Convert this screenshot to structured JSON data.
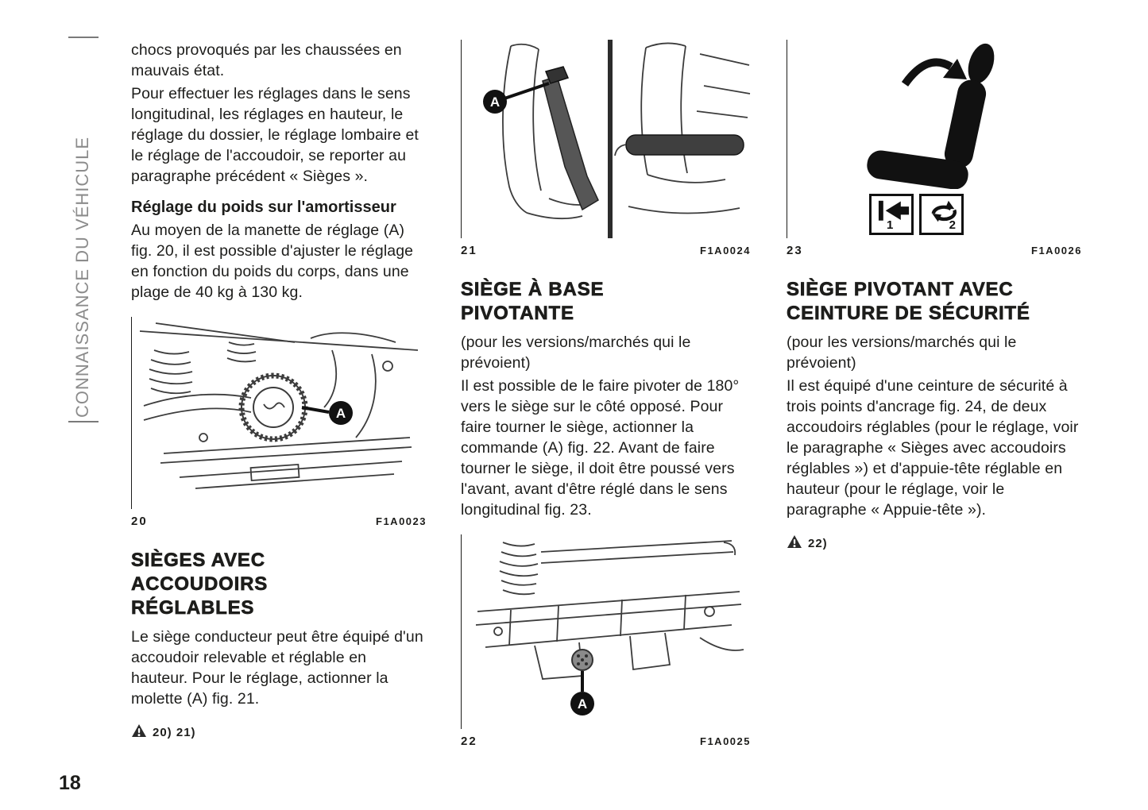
{
  "page": {
    "number": "18",
    "sidebar_label": "CONNAISSANCE DU VÉHICULE"
  },
  "col1": {
    "para1": "chocs provoqués par les chaussées en mauvais état.",
    "para2": "Pour effectuer les réglages dans le sens longitudinal, les réglages en hauteur, le réglage du dossier, le réglage lombaire et le réglage de l'accoudoir, se reporter au paragraphe précédent « Sièges ».",
    "heading1": "Réglage du poids sur l'amortisseur",
    "para3": "Au moyen de la manette de réglage (A) fig. 20, il est possible d'ajuster le réglage en fonction du poids du corps, dans une plage de 40 kg à 130 kg.",
    "fig20": {
      "number": "20",
      "code": "F1A0023",
      "callout": "A"
    },
    "heading2": "SIÈGES AVEC ACCOUDOIRS RÉGLABLES",
    "para4": "Le siège conducteur peut être équipé d'un accoudoir relevable et réglable en hauteur. Pour le réglage, actionner la molette (A) fig. 21.",
    "warning_refs": "20) 21)"
  },
  "col2": {
    "fig21": {
      "number": "21",
      "code": "F1A0024",
      "callout": "A"
    },
    "heading": "SIÈGE À BASE PIVOTANTE",
    "subnote": "(pour les versions/marchés qui le prévoient)",
    "para": "Il est possible de le faire pivoter de 180° vers le siège sur le côté opposé. Pour faire tourner le siège, actionner la commande (A) fig. 22. Avant de faire tourner le siège, il doit être poussé vers l'avant, avant d'être réglé dans le sens longitudinal fig. 23.",
    "fig22": {
      "number": "22",
      "code": "F1A0025",
      "callout": "A"
    }
  },
  "col3": {
    "fig23": {
      "number": "23",
      "code": "F1A0026",
      "box1_label": "1",
      "box2_label": "2"
    },
    "heading": "SIÈGE PIVOTANT AVEC CEINTURE DE SÉCURITÉ",
    "subnote": "(pour les versions/marchés qui le prévoient)",
    "para": "Il est équipé d'une ceinture de sécurité à trois points d'ancrage fig. 24, de deux accoudoirs réglables (pour le réglage, voir le paragraphe « Sièges avec accoudoirs réglables ») et d'appuie-tête réglable en hauteur (pour le réglage, voir le paragraphe « Appuie-tête »).",
    "warning_refs": "22)"
  }
}
